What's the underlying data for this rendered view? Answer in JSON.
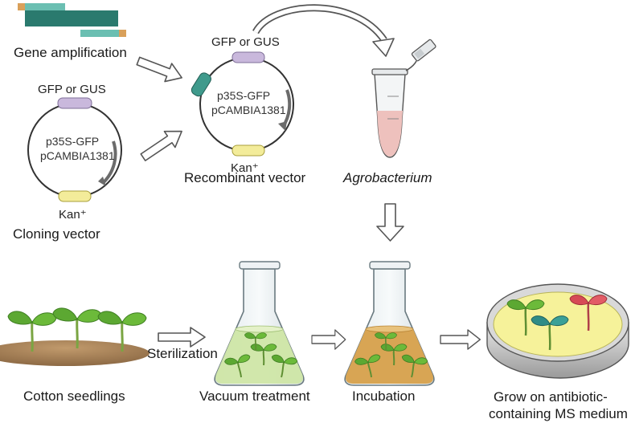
{
  "labels": {
    "gene_amplification": "Gene amplification",
    "cloning_vector": "Cloning vector",
    "recombinant_vector": "Recombinant vector",
    "agrobacterium": "Agrobacterium",
    "cotton_seedlings": "Cotton seedlings",
    "sterilization": "Sterilization",
    "vacuum_treatment": "Vacuum treatment",
    "incubation": "Incubation",
    "grow_line1": "Grow on antibiotic-",
    "grow_line2": "containing MS medium"
  },
  "cloning_plasmid": {
    "reporter": "GFP or GUS",
    "promoter": "p35S-GFP",
    "backbone": "pCAMBIA1381",
    "marker": "Kan⁺"
  },
  "recombinant_plasmid": {
    "reporter": "GFP or GUS",
    "promoter": "p35S-GFP",
    "backbone": "pCAMBIA1381",
    "marker": "Kan⁺"
  },
  "colors": {
    "gene_dark": "#2a7a6e",
    "gene_light": "#6bbfb2",
    "gene_end": "#d9a05a",
    "reporter_segment": "#c9b8dc",
    "marker_segment": "#f3ec9a",
    "insert_segment": "#3f9a8c",
    "tube_liquid": "#eec1bd",
    "flask_green_liquid": "#cfe6a6",
    "flask_brown_liquid": "#d8a554",
    "agar": "#f6f29a",
    "soil": "#b08a5c",
    "leaf": "#5ca832",
    "leaf_teal": "#2f8c86",
    "leaf_red": "#d64a55"
  }
}
